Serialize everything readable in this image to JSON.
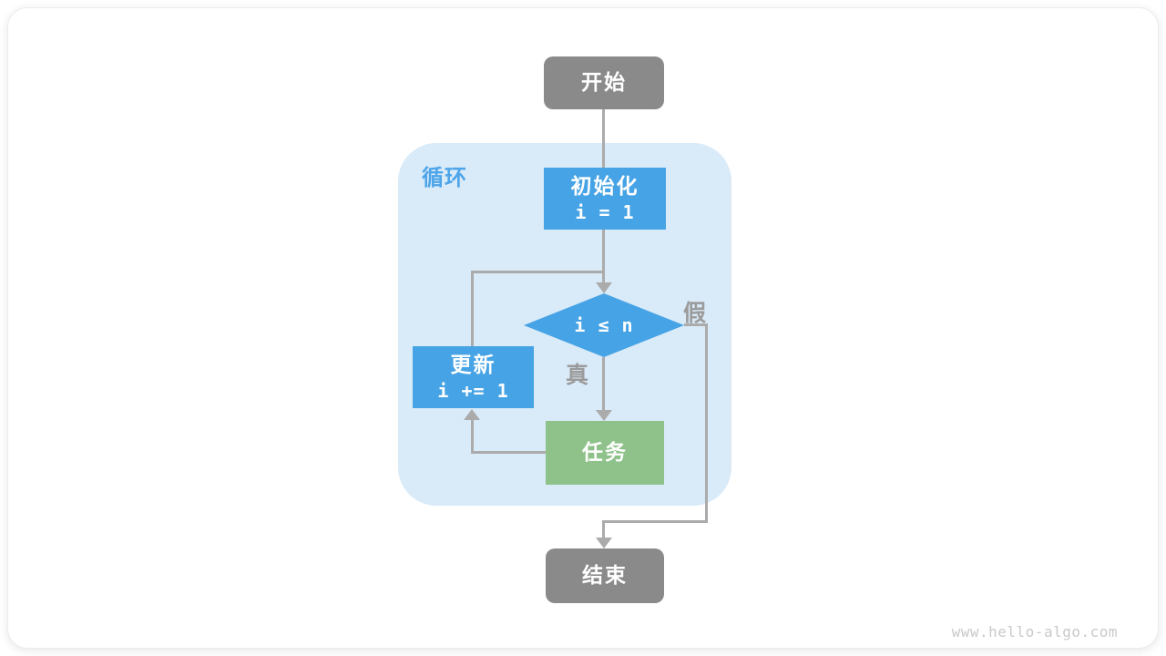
{
  "page": {
    "watermark": "www.hello-algo.com"
  },
  "colors": {
    "line": "#ABABAB",
    "branch_label": "#9B9B9B",
    "node_gray": "#8A8A8A",
    "node_blue": "#46A3E5",
    "node_green": "#8EC28A",
    "loop_bg": "#D9EAF8",
    "loop_label": "#4EA5E9",
    "watermark": "#C9C9C9"
  },
  "flowchart": {
    "loop_container": {
      "label": "循环"
    },
    "nodes": {
      "start": {
        "label": "开始"
      },
      "init": {
        "title": "初始化",
        "code": "i = 1"
      },
      "condition": {
        "code": "i ≤ n"
      },
      "update": {
        "title": "更新",
        "code": "i += 1"
      },
      "task": {
        "label": "任务"
      },
      "end": {
        "label": "结束"
      }
    },
    "edges": {
      "true_label": "真",
      "false_label": "假"
    }
  }
}
